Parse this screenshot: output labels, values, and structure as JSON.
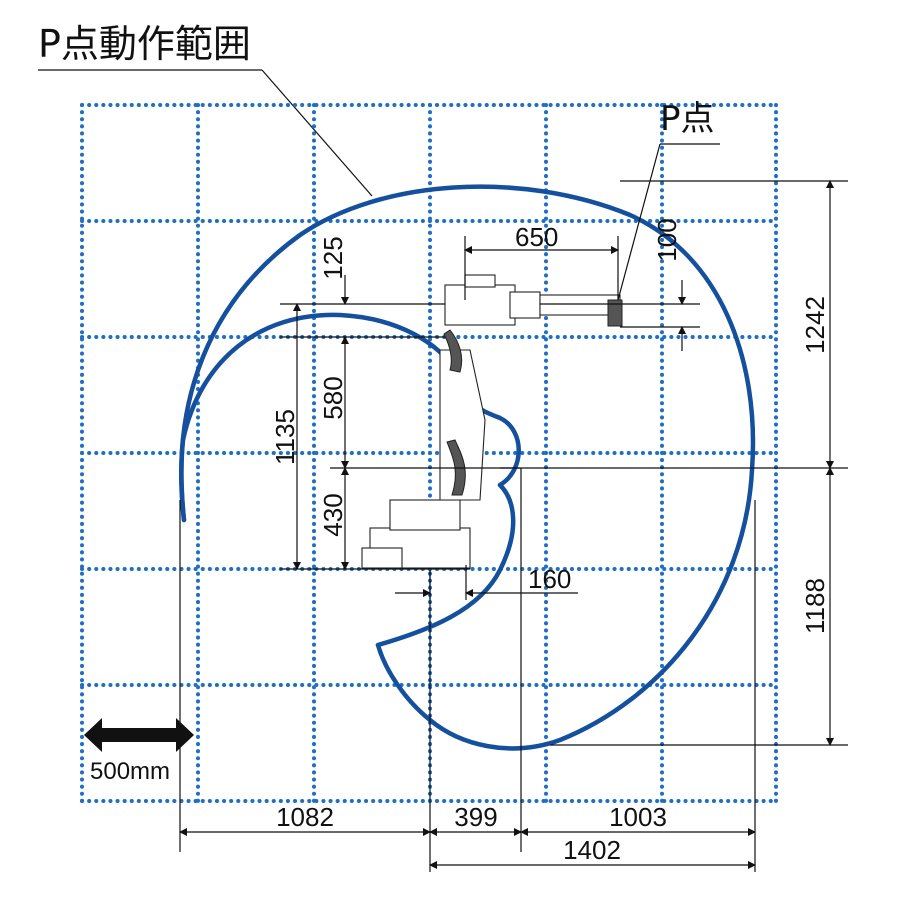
{
  "title": "P点動作範囲",
  "point_label": "P点",
  "scale_label": "500mm",
  "dimensions": {
    "d650": "650",
    "d100": "100",
    "d125": "125",
    "d580": "580",
    "d1135": "1135",
    "d430": "430",
    "d160": "160",
    "d1242": "1242",
    "d1188": "1188",
    "d1082": "1082",
    "d399": "399",
    "d1003": "1003",
    "d1402": "1402"
  },
  "colors": {
    "envelope": "#15509e",
    "grid": "#1f6fc4",
    "text": "#111111"
  }
}
